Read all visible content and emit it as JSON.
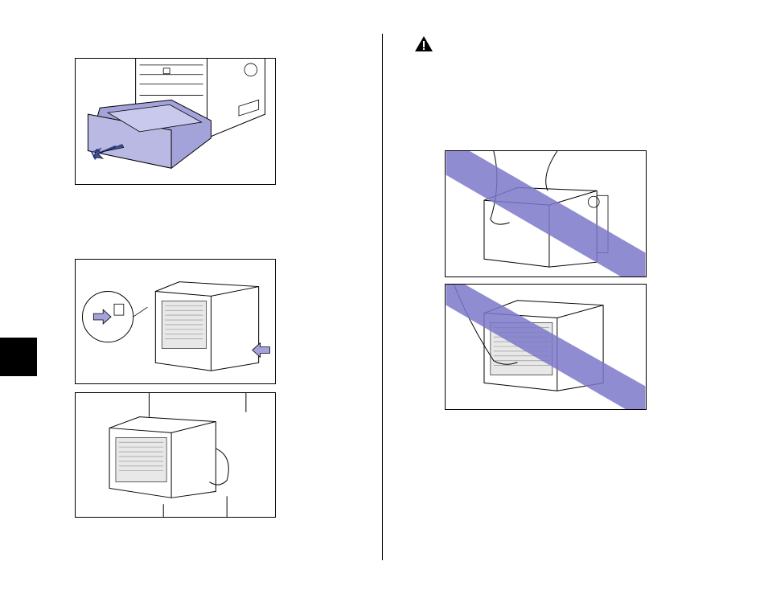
{
  "page": {
    "colors": {
      "paper_tray": "#a3a3d9",
      "prohibition_stripe": "#7d78c9",
      "arrow_fill": "#3d4f9c",
      "line": "#000000",
      "chapter_tab": "#000000"
    },
    "icons": [
      "warning-icon"
    ]
  },
  "figures": [
    {
      "id": "fig-pull-out-paper-drawer"
    },
    {
      "id": "fig-lift-grips"
    },
    {
      "id": "fig-carry-printer"
    },
    {
      "id": "fig-wrong-hold-front"
    },
    {
      "id": "fig-wrong-hold-rear"
    }
  ]
}
